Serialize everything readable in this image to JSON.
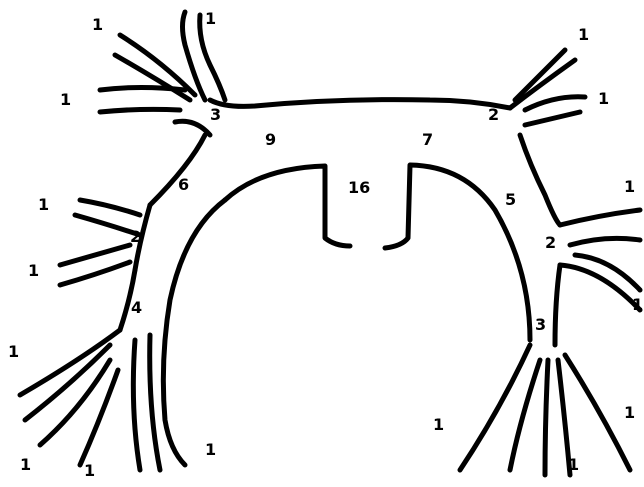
{
  "diagram": {
    "segment_orders": {
      "trunk_left_upper": "9",
      "trunk_right_upper": "7",
      "stem_center": "16",
      "left_node_top": "3",
      "left_mid_branch": "6",
      "left_node_mid": "2",
      "left_lower_branch": "4",
      "right_node_top": "2",
      "right_mid_branch": "5",
      "right_node_mid": "2",
      "right_lower_branch": "3"
    },
    "tip_orders": {
      "tl_1": "1",
      "tl_2": "1",
      "tl_3": "1",
      "ml_1": "1",
      "ml_2": "1",
      "bl_1": "1",
      "bl_2": "1",
      "bl_3": "1",
      "bl_4": "1",
      "tr_1": "1",
      "tr_2": "1",
      "mr_1": "1",
      "mr_2": "1",
      "br_1": "1",
      "br_2": "1",
      "br_3": "1"
    }
  }
}
